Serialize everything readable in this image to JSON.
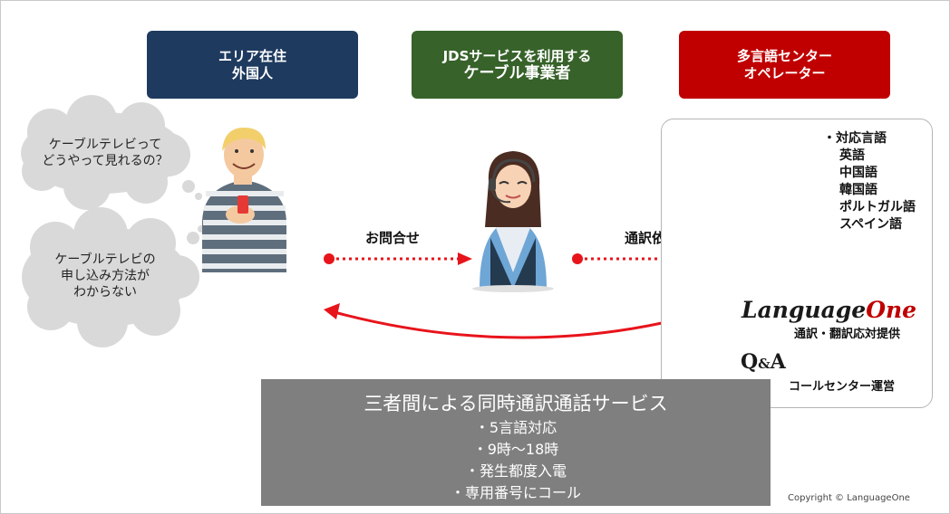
{
  "headers": {
    "resident": {
      "line1": "エリア在住",
      "line2": "外国人",
      "color": "#1e3a5f"
    },
    "operator": {
      "line1": "JDSサービスを利用する",
      "line2": "ケーブル事業者",
      "color": "#37622a"
    },
    "center": {
      "line1": "多言語センター",
      "line2": "オペレーター",
      "color": "#c00000"
    }
  },
  "bubbles": {
    "q1": {
      "line1": "ケーブルテレビって",
      "line2": "どうやって見れるの？"
    },
    "q2": {
      "line1": "ケーブルテレビの",
      "line2": "申し込み方法が",
      "line3": "わからない"
    }
  },
  "flows": {
    "inquiry": "お問合せ",
    "interpret_request": "通訳依頼"
  },
  "languages": {
    "heading": "・対応言語",
    "items": [
      "英語",
      "中国語",
      "韓国語",
      "ポルトガル語",
      "スペイン語"
    ]
  },
  "logos": {
    "languageone": {
      "main": "Language",
      "accent": "One",
      "caption": "通訳・翻訳応対提供"
    },
    "qa": {
      "q": "Q",
      "amp": "&",
      "a": "A",
      "caption": "コールセンター運営"
    }
  },
  "service": {
    "title": "三者間による同時通訳通話サービス",
    "features": [
      "・5言語対応",
      "・9時〜18時",
      "・発生都度入電",
      "・専用番号にコール"
    ]
  },
  "copyright": "Copyright © LanguageOne",
  "colors": {
    "arrow_red": "#e8141b",
    "service_gray": "#7f7f7f",
    "bubble_gray": "#d9d9d9"
  }
}
